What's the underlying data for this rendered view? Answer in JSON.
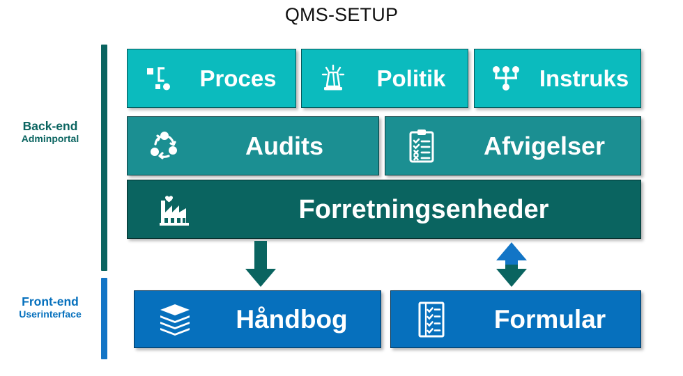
{
  "title": "QMS-SETUP",
  "sections": [
    {
      "id": "back-end",
      "lead": "Back-end",
      "sub": "Adminportal",
      "color": "#0A6460"
    },
    {
      "id": "front-end",
      "lead": "Front-end",
      "sub": "Userinterface",
      "color": "#0670BD"
    }
  ],
  "boxes": {
    "proces": {
      "label": "Proces",
      "icon": "process-flow-icon",
      "color": "#0BBBBE"
    },
    "politik": {
      "label": "Politik",
      "icon": "beacon-light-icon",
      "color": "#0BBBBE"
    },
    "instruks": {
      "label": "Instruks",
      "icon": "hierarchy-nodes-icon",
      "color": "#0BBBBE"
    },
    "audits": {
      "label": "Audits",
      "icon": "cycle-arrows-icon",
      "color": "#1B8F92"
    },
    "afvigelser": {
      "label": "Afvigelser",
      "icon": "clipboard-checks-icon",
      "color": "#1B8F92"
    },
    "forretningsenheder": {
      "label": "Forretningsenheder",
      "icon": "factory-icon",
      "color": "#0A6460"
    },
    "handbog": {
      "label": "Håndbog",
      "icon": "book-stack-icon",
      "color": "#0670BD"
    },
    "formular": {
      "label": "Formular",
      "icon": "form-checklist-icon",
      "color": "#0670BD"
    }
  },
  "arrows": {
    "to_handbog": {
      "direction": "down",
      "from": "forretningsenheder",
      "to": "handbog",
      "color": "#0A6460"
    },
    "to_formular": {
      "direction": "bidirectional",
      "from": "forretningsenheder",
      "to": "formular",
      "up_color": "#1275C6",
      "down_color": "#0A6460"
    }
  }
}
